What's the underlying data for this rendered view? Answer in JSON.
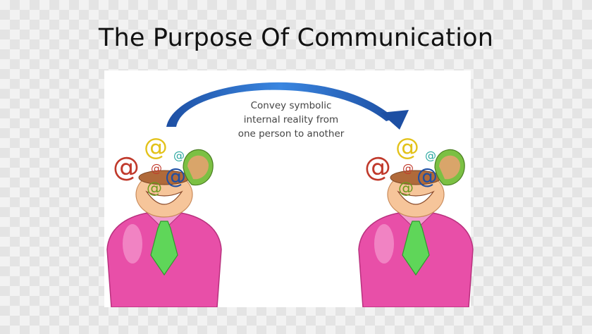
{
  "slide": {
    "title": "The Purpose Of Communication"
  },
  "diagram": {
    "caption_lines": [
      "Convey symbolic",
      "internal reality from",
      "one person to another"
    ],
    "at_symbol": "@",
    "colors": {
      "arrow": "#1f5fb8",
      "shirt": "#e84fa8",
      "tie": "#55d14f",
      "skin": "#f6c59a",
      "brain": "#7bc043"
    }
  }
}
